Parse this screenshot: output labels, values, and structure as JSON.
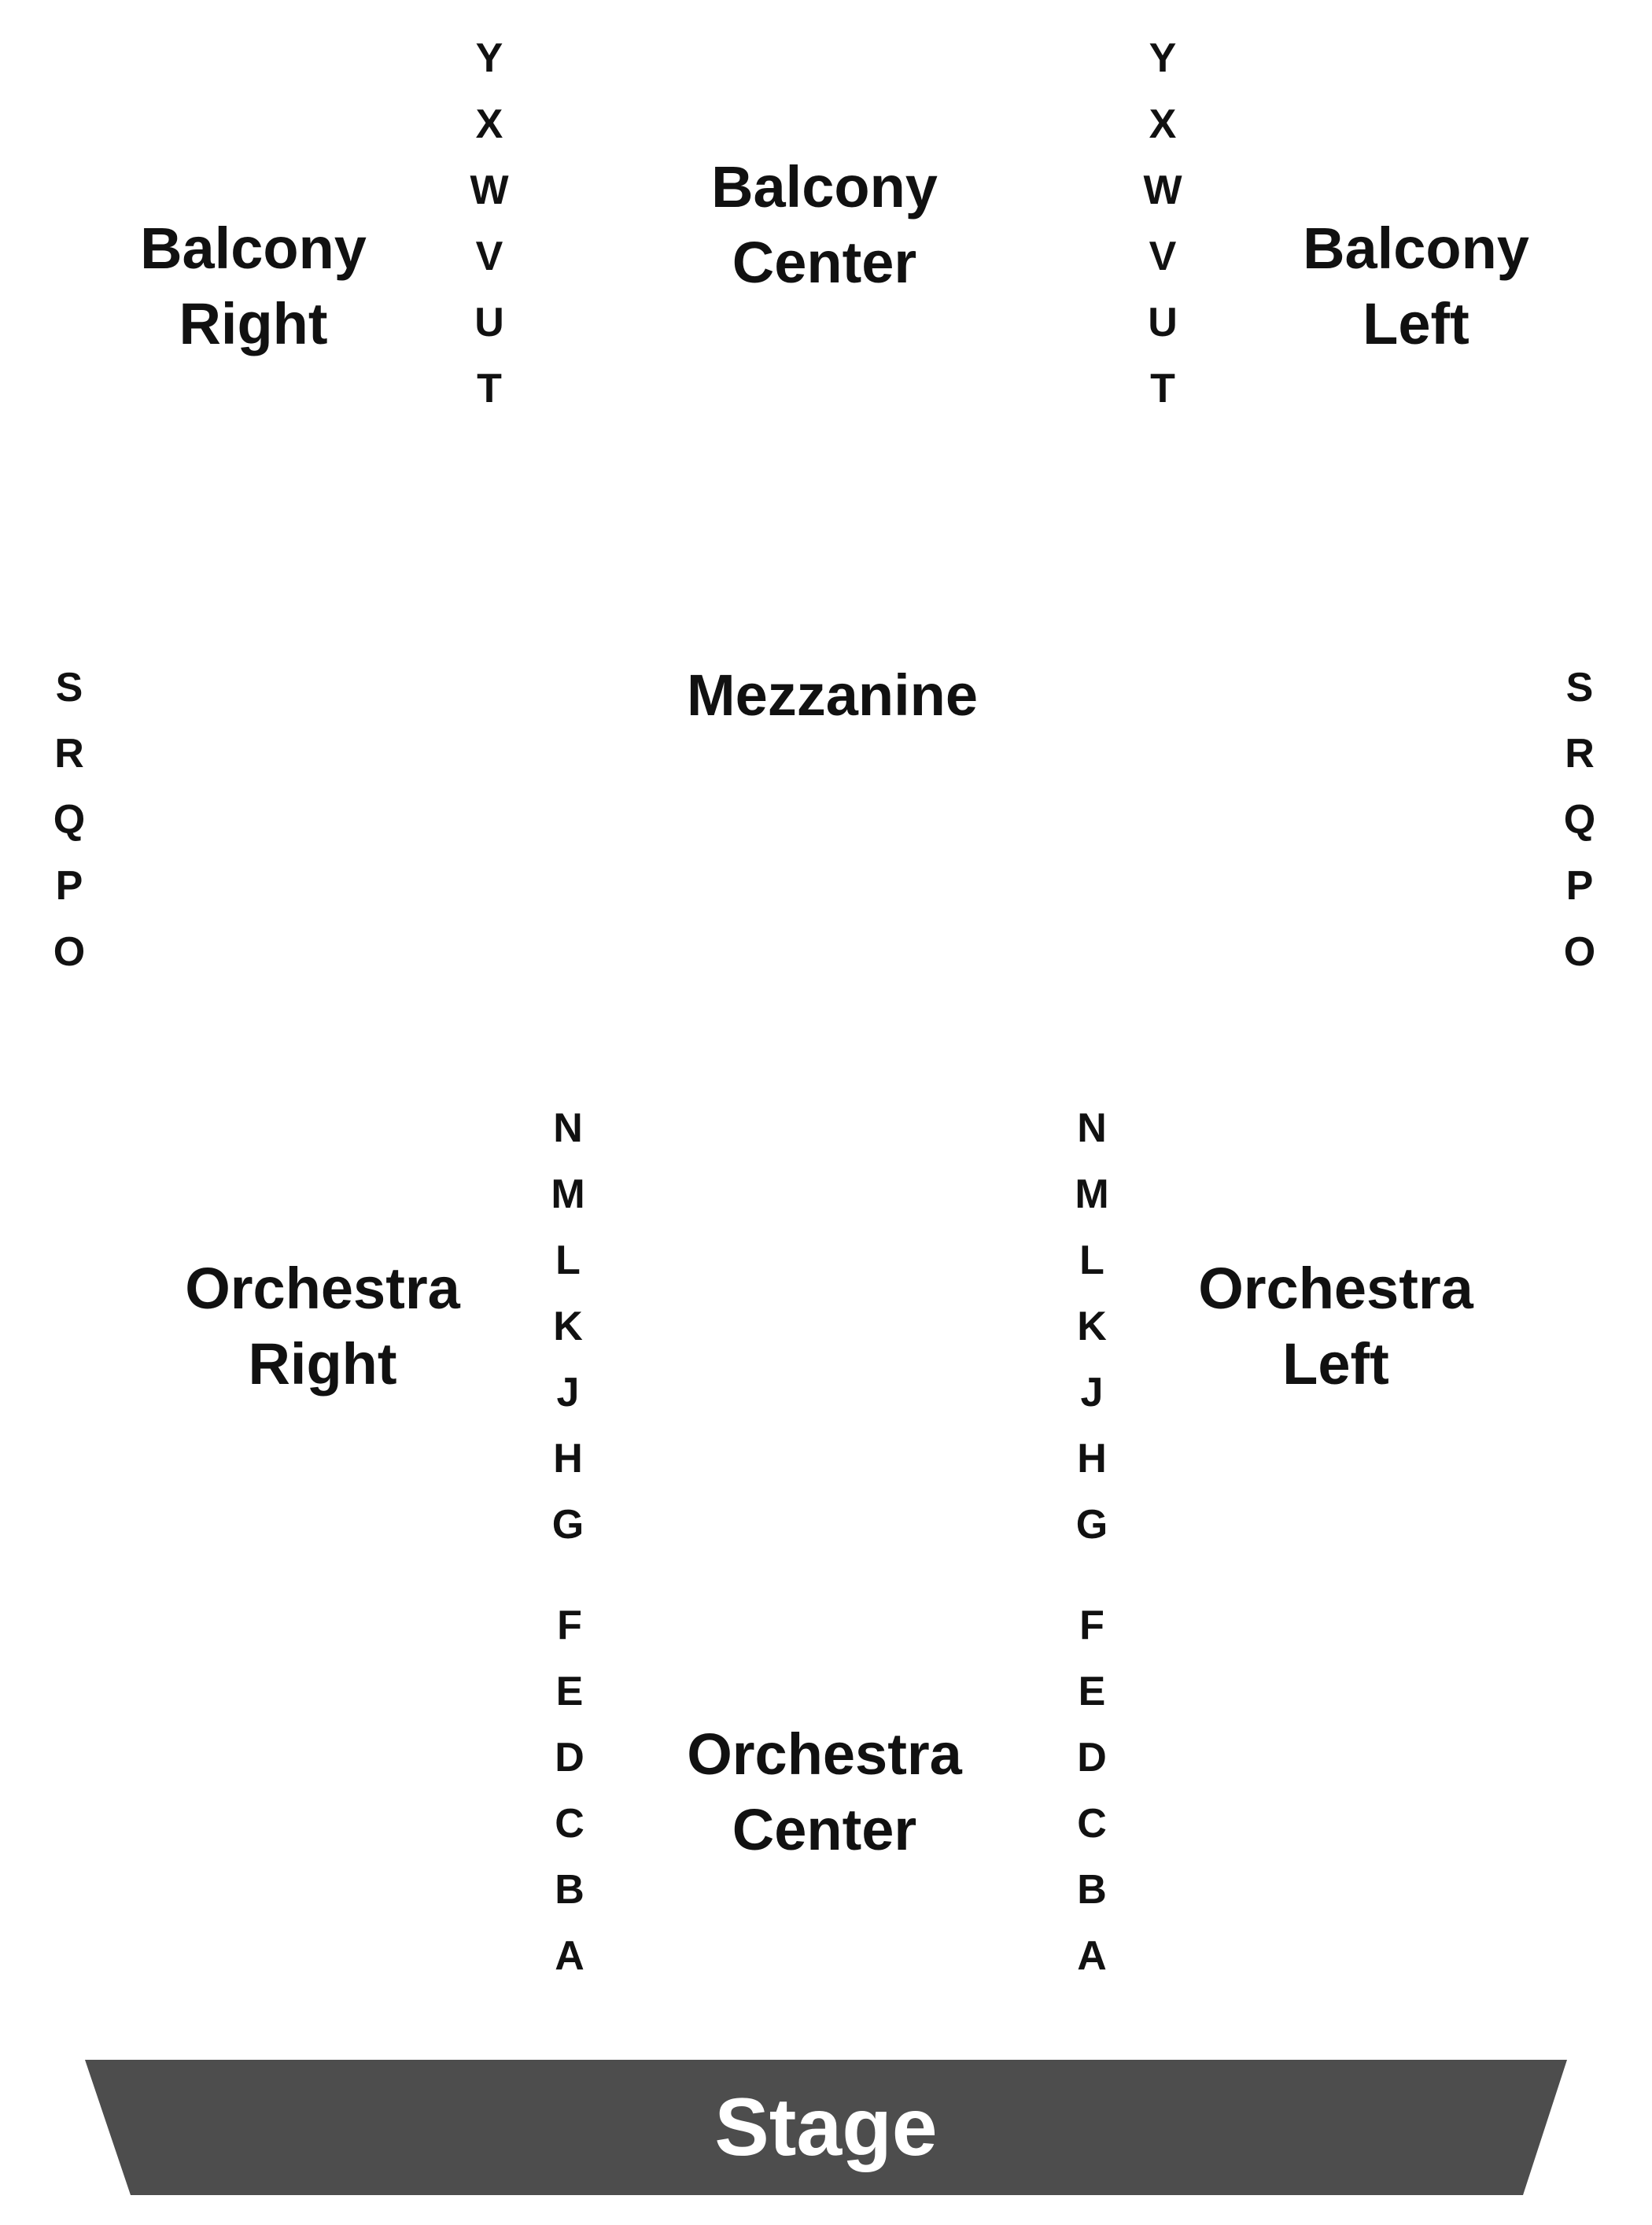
{
  "sections": {
    "balcony_right": {
      "line1": "Balcony",
      "line2": "Right"
    },
    "balcony_center": {
      "line1": "Balcony",
      "line2": "Center"
    },
    "balcony_left": {
      "line1": "Balcony",
      "line2": "Left"
    },
    "mezzanine": {
      "line1": "Mezzanine"
    },
    "orchestra_right": {
      "line1": "Orchestra",
      "line2": "Right"
    },
    "orchestra_left": {
      "line1": "Orchestra",
      "line2": "Left"
    },
    "orchestra_center": {
      "line1": "Orchestra",
      "line2": "Center"
    }
  },
  "rows": {
    "balcony": [
      "Y",
      "X",
      "W",
      "V",
      "U",
      "T"
    ],
    "mezzanine": [
      "S",
      "R",
      "Q",
      "P",
      "O"
    ],
    "orchestra_upper": [
      "N",
      "M",
      "L",
      "K",
      "J",
      "H",
      "G"
    ],
    "orchestra_lower": [
      "F",
      "E",
      "D",
      "C",
      "B",
      "A"
    ]
  },
  "stage": {
    "label": "Stage",
    "color": "#4d4d4d"
  }
}
